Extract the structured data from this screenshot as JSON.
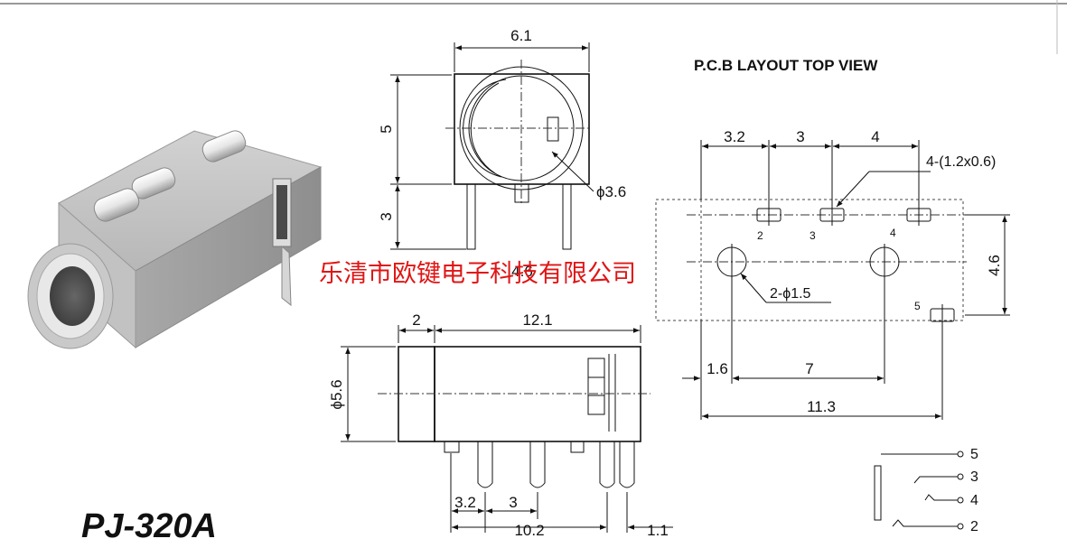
{
  "model": "PJ-320A",
  "layout_title": "P.C.B LAYOUT TOP VIEW",
  "watermark": "乐清市欧键电子科技有限公司",
  "front_view": {
    "width": "6.1",
    "height": "5",
    "pin": "3",
    "hole": "ϕ3.6"
  },
  "side_view": {
    "d1": "2",
    "d2": "12.1",
    "dia": "ϕ5.6",
    "p1": "3.2",
    "p2": "3",
    "p3": "10.2",
    "p4": "1.1"
  },
  "pcb": {
    "top": [
      "3.2",
      "3",
      "4"
    ],
    "pad_note": "4-(1.2x0.6)",
    "hole_note": "2-ϕ1.5",
    "pitch": "4.6",
    "bottom": [
      "1.6",
      "7"
    ],
    "total": "11.3",
    "pins": [
      "2",
      "3",
      "4",
      "5"
    ],
    "center": "4.6"
  },
  "schematic": {
    "pins": [
      "5",
      "3",
      "4",
      "2"
    ]
  }
}
